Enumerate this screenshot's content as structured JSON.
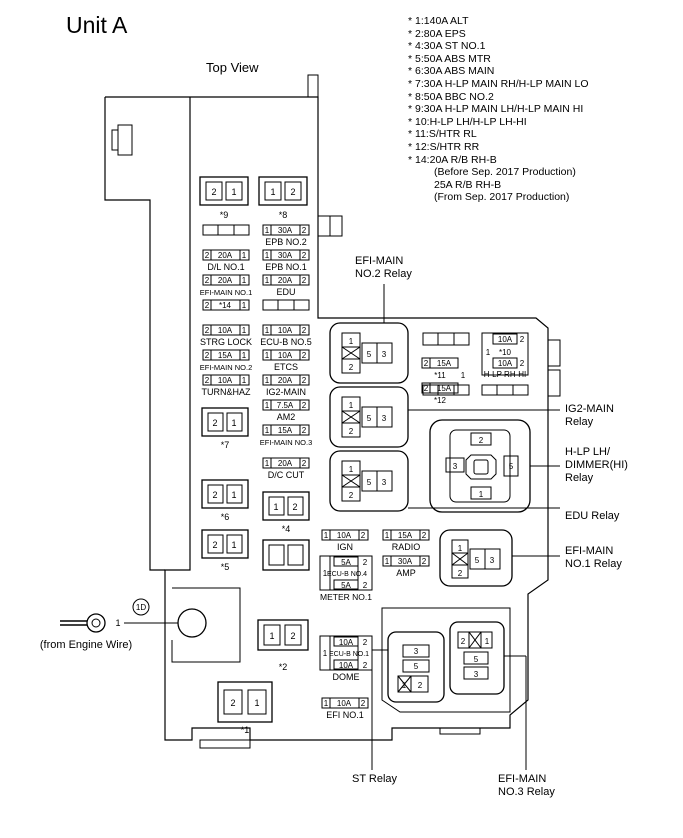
{
  "title": "Unit A",
  "subtitle": "Top View",
  "notes": [
    "* 1:140A ALT",
    "* 2:80A EPS",
    "* 4:30A ST NO.1",
    "* 5:50A ABS MTR",
    "* 6:30A ABS MAIN",
    "* 7:30A H-LP MAIN RH/H-LP MAIN LO",
    "* 8:50A BBC NO.2",
    "* 9:30A H-LP MAIN LH/H-LP MAIN HI",
    "* 10:H-LP LH/H-LP LH-HI",
    "* 11:S/HTR RL",
    "* 12:S/HTR RR",
    "* 14:20A R/B RH-B",
    "(Before Sep. 2017 Production)",
    "25A R/B RH-B",
    "(From Sep. 2017 Production)"
  ],
  "relays": {
    "efi_main_no2": [
      "EFI-MAIN",
      "NO.2 Relay"
    ],
    "ig2_main": [
      "IG2-MAIN",
      "Relay"
    ],
    "hlp_dimmer": [
      "H-LP LH/",
      "DIMMER(HI)",
      "Relay"
    ],
    "edu": "EDU Relay",
    "efi_main_no1": [
      "EFI-MAIN",
      "NO.1 Relay"
    ],
    "st": "ST Relay",
    "efi_main_no3": [
      "EFI-MAIN",
      "NO.3 Relay"
    ]
  },
  "connector": {
    "tag": "1D",
    "pin": "1",
    "from": "(from Engine Wire)"
  },
  "labels": {
    "epb_no2": "EPB NO.2",
    "dl_no1": "D/L NO.1",
    "epb_no1": "EPB NO.1",
    "efi_main_no1_fuse": "EFI-MAIN NO.1",
    "edu": "EDU",
    "strg_lock": "STRG LOCK",
    "ecu_b_no5": "ECU-B NO.5",
    "efi_main_no2_fuse": "EFI-MAIN NO.2",
    "etcs": "ETCS",
    "turn_haz": "TURN&HAZ",
    "ig2_main": "IG2-MAIN",
    "am2": "AM2",
    "efi_main_no3_fuse": "EFI-MAIN NO.3",
    "dc_cut": "D/C CUT",
    "ign": "IGN",
    "radio": "RADIO",
    "ecu_b_no4": "ECU-B NO.4",
    "amp": "AMP",
    "meter_no1": "METER NO.1",
    "ecu_b_no1": "ECU-B NO.1",
    "dome": "DOME",
    "efi_no1": "EFI NO.1",
    "hlp_rh_hi": "H-LP RH-HI",
    "star1": "*1",
    "star2": "*2",
    "star4": "*4",
    "star5": "*5",
    "star6": "*6",
    "star7": "*7",
    "star8": "*8",
    "star9": "*9",
    "star10": "*10",
    "star11": "*11",
    "star12": "*12"
  },
  "fuse_values": {
    "a30": "30A",
    "a20": "20A",
    "a15": "15A",
    "a10": "10A",
    "a7_5": "7.5A",
    "a5": "5A",
    "star14": "*14"
  },
  "pins": {
    "p1": "1",
    "p2": "2",
    "p3": "3",
    "p5": "5"
  }
}
